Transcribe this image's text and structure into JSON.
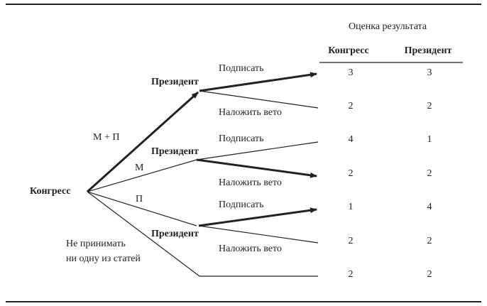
{
  "header": {
    "title": "Оценка результата",
    "col_congress": "Конгресс",
    "col_president": "Президент"
  },
  "nodes": {
    "congress": "Конгресс",
    "president": "Президент"
  },
  "congress_actions": {
    "both": "М + П",
    "m": "М",
    "p": "П",
    "none_line1": "Не принимать",
    "none_line2": "ни одну из статей"
  },
  "president_actions": {
    "sign": "Подписать",
    "veto": "Наложить вето"
  },
  "payoffs": [
    {
      "congress": "3",
      "president": "3"
    },
    {
      "congress": "2",
      "president": "2"
    },
    {
      "congress": "4",
      "president": "1"
    },
    {
      "congress": "2",
      "president": "2"
    },
    {
      "congress": "1",
      "president": "4"
    },
    {
      "congress": "2",
      "president": "2"
    },
    {
      "congress": "2",
      "president": "2"
    }
  ]
}
